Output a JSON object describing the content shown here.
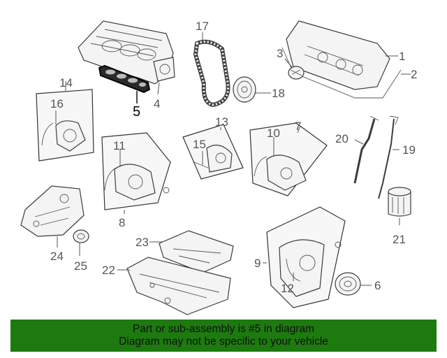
{
  "callouts": {
    "c1": "1",
    "c2": "2",
    "c3": "3",
    "c4": "4",
    "c5": "5",
    "c6": "6",
    "c7": "7",
    "c8": "8",
    "c9": "9",
    "c10": "10",
    "c11": "11",
    "c12": "12",
    "c13": "13",
    "c14": "14",
    "c15": "15",
    "c16": "16",
    "c17": "17",
    "c18": "18",
    "c19": "19",
    "c20": "20",
    "c21": "21",
    "c22": "22",
    "c23": "23",
    "c24": "24",
    "c25": "25"
  },
  "banner": {
    "line1": "Part or sub-assembly is #5 in diagram",
    "line2": "Diagram may not be specific to your vehicle",
    "color": "#1d7a0f"
  },
  "highlight_part": "5"
}
